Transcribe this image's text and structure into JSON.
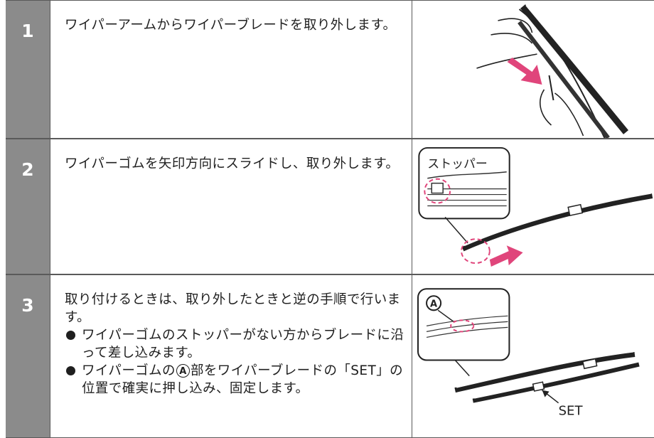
{
  "steps": [
    {
      "number": "1",
      "text": "ワイパーアームからワイパーブレードを取り外します。"
    },
    {
      "number": "2",
      "text": "ワイパーゴムを矢印方向にスライドし、取り外します。",
      "figure_label": "ストッパー"
    },
    {
      "number": "3",
      "intro": "取り付けるときは、取り外したときと逆の手順で行います。",
      "bullet_1": "ワイパーゴムのストッパーがない方からブレードに沿って差し込みます。",
      "bullet_2_before": "ワイパーゴムの",
      "bullet_2_marker": "A",
      "bullet_2_after": "部をワイパーブレードの「SET」の位置で確実に押し込み、固定します。",
      "figure_marker": "A",
      "figure_set_label": "SET"
    }
  ],
  "colors": {
    "number_column": "#8b8b8b",
    "border": "#5a5a5a",
    "highlight": "#e0457b"
  }
}
